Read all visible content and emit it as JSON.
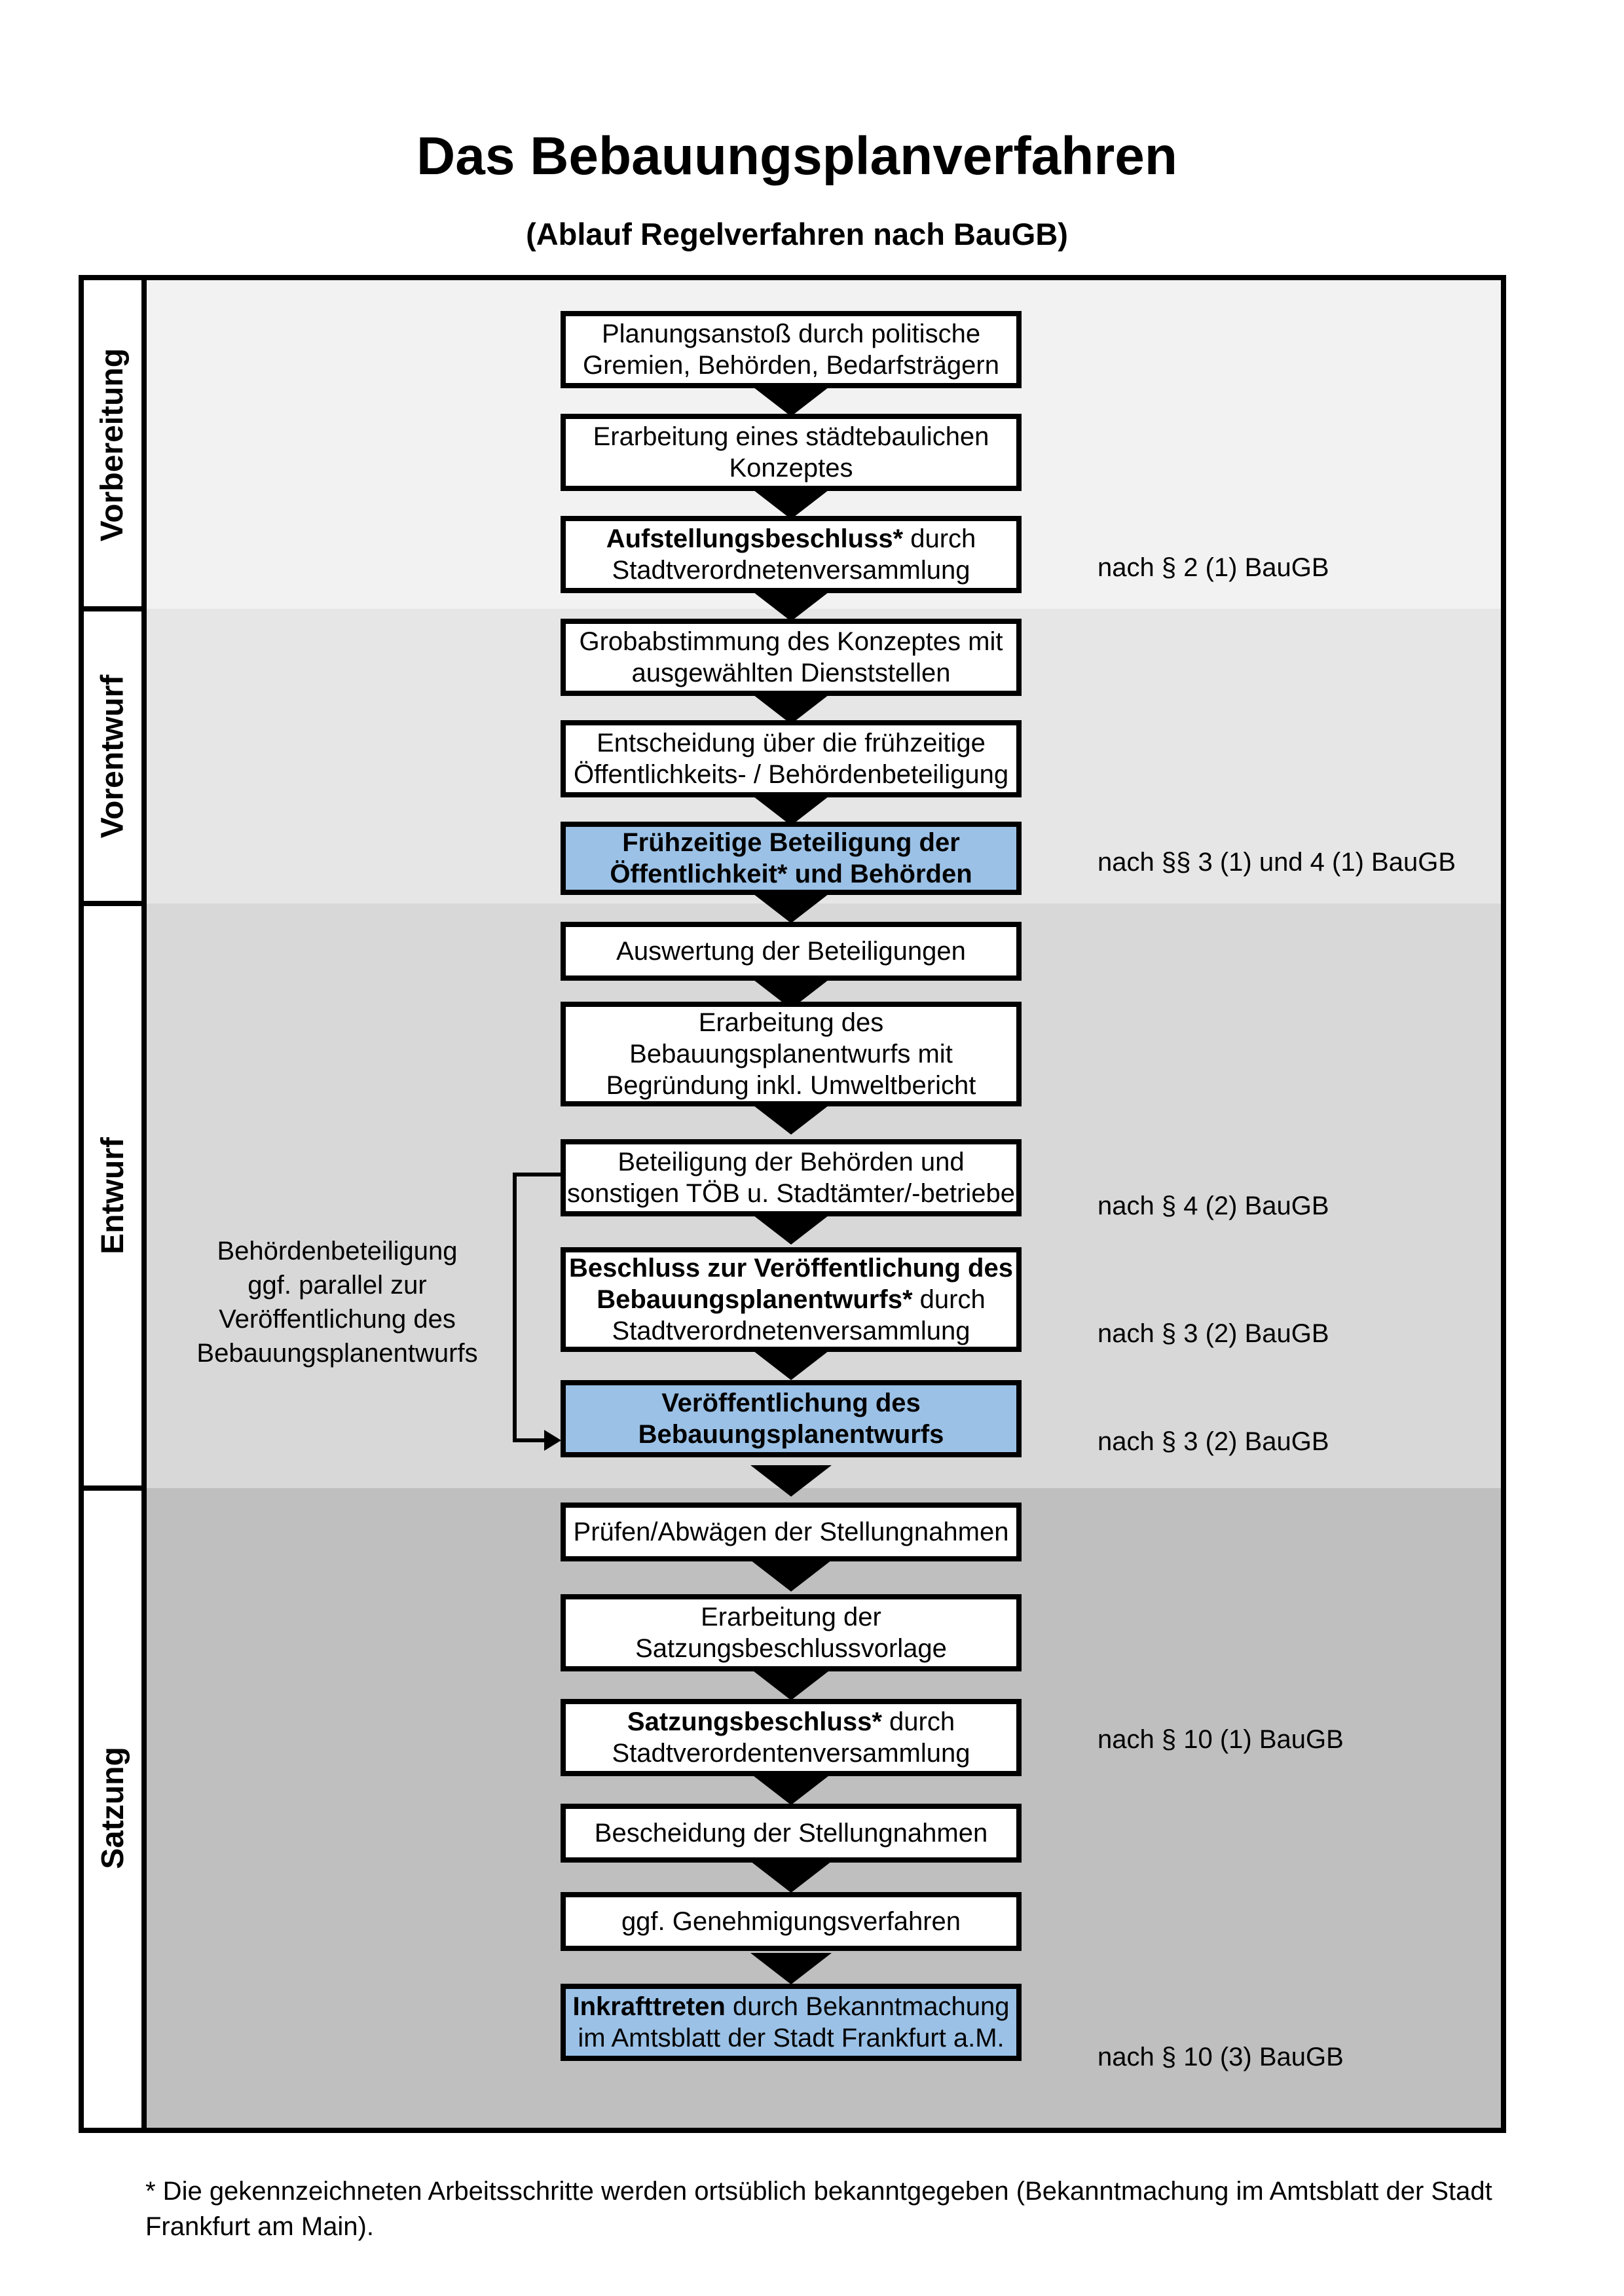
{
  "title": "Das Bebauungsplanverfahren",
  "subtitle": "(Ablauf Regelverfahren nach BauGB)",
  "phases": [
    {
      "label": "Vorbereitung"
    },
    {
      "label": "Vorentwurf"
    },
    {
      "label": "Entwurf"
    },
    {
      "label": "Satzung"
    }
  ],
  "colors": {
    "highlight_blue": "#9bc1e6",
    "band_vorbereitung": "#f2f2f2",
    "band_vorentwurf": "#e6e6e6",
    "band_entwurf": "#d8d8d8",
    "band_satzung": "#bfbfbf",
    "line_black": "#000000"
  },
  "boxes": {
    "b1": {
      "l1": "Planungsanstoß durch politische",
      "l2": "Gremien, Behörden, Bedarfsträgern"
    },
    "b2": {
      "l1": "Erarbeitung eines städtebaulichen",
      "l2": "Konzeptes"
    },
    "b3": {
      "l1b": "Aufstellungsbeschluss*",
      "l1r": " durch",
      "l2": "Stadtverordnetenversammlung"
    },
    "b4": {
      "l1": "Grobabstimmung des Konzeptes mit",
      "l2": "ausgewählten Dienststellen"
    },
    "b5": {
      "l1": "Entscheidung über die frühzeitige",
      "l2": "Öffentlichkeits- / Behördenbeteiligung"
    },
    "b6": {
      "l1b": "Frühzeitige Beteiligung der",
      "l2b": "Öffentlichkeit* und Behörden"
    },
    "b7": {
      "l1": "Auswertung der Beteiligungen"
    },
    "b8": {
      "l1": "Erarbeitung des",
      "l2": "Bebauungsplanentwurfs mit",
      "l3": "Begründung inkl. Umweltbericht"
    },
    "b9": {
      "l1": "Beteiligung der Behörden und",
      "l2": "sonstigen TÖB u. Stadtämter/-betriebe"
    },
    "b10": {
      "l1b": "Beschluss zur Veröffentlichung des",
      "l2b": "Bebauungsplanentwurfs*",
      "l2r": " durch",
      "l3": "Stadtverordnetenversammlung"
    },
    "b11": {
      "l1b": "Veröffentlichung des",
      "l2b": "Bebauungsplanentwurfs"
    },
    "b12": {
      "l1": "Prüfen/Abwägen der Stellungnahmen"
    },
    "b13": {
      "l1": "Erarbeitung der",
      "l2": "Satzungsbeschlussvorlage"
    },
    "b14": {
      "l1b": "Satzungsbeschluss*",
      "l1r": " durch",
      "l2": "Stadtverordentenversammlung"
    },
    "b15": {
      "l1": "Bescheidung der Stellungnahmen"
    },
    "b16": {
      "l1": "ggf. Genehmigungsverfahren"
    },
    "b17": {
      "l1b": "Inkrafttreten",
      "l1r": " durch Bekanntmachung",
      "l2": "im Amtsblatt der Stadt Frankfurt a.M."
    }
  },
  "refs": {
    "r1": "nach § 2 (1) BauGB",
    "r2": "nach §§ 3 (1) und 4 (1) BauGB",
    "r3": "nach § 4 (2) BauGB",
    "r4": "nach § 3 (2) BauGB",
    "r5": "nach § 3 (2) BauGB",
    "r6": "nach § 10 (1) BauGB",
    "r7": "nach § 10 (3) BauGB"
  },
  "side_note": {
    "l1": "Behördenbeteiligung",
    "l2": "ggf. parallel zur",
    "l3": "Veröffentlichung des",
    "l4": "Bebauungsplanentwurfs"
  },
  "footnote": {
    "line1": "* Die gekennzeichneten Arbeitsschritte werden ortsüblich bekanntgegeben (Bekanntmachung im Amtsblatt  der Stadt",
    "line2": "Frankfurt am Main)."
  }
}
